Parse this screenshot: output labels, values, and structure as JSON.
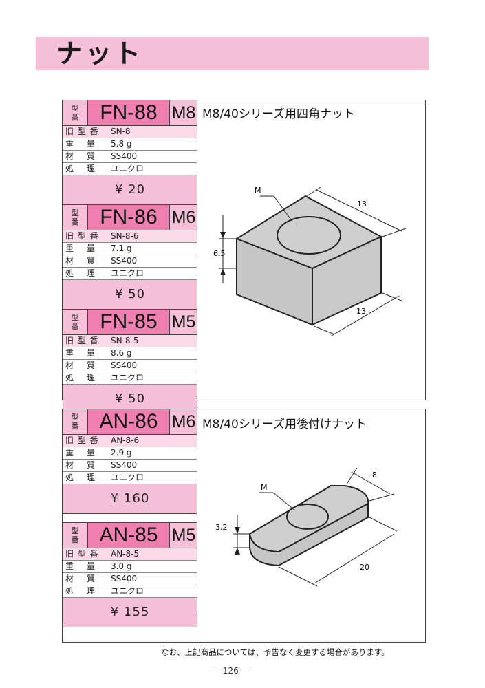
{
  "page_title": "ナット",
  "kata_label": [
    "型",
    "番"
  ],
  "labels": {
    "old": "旧 型 番",
    "weight": "重　 量",
    "material": "材　 質",
    "finish": "処　 理"
  },
  "section1": {
    "desc": "M8/40シリーズ用四角ナット",
    "products": [
      {
        "model": "FN-88",
        "size": "M8",
        "old": "SN-8",
        "weight": "5.8 g",
        "material": "SS400",
        "finish": "ユニクロ",
        "price": "¥ 20"
      },
      {
        "model": "FN-86",
        "size": "M6",
        "old": "SN-8-6",
        "weight": "7.1 g",
        "material": "SS400",
        "finish": "ユニクロ",
        "price": "¥ 50"
      },
      {
        "model": "FN-85",
        "size": "M5",
        "old": "SN-8-5",
        "weight": "8.6 g",
        "material": "SS400",
        "finish": "ユニクロ",
        "price": "¥ 50"
      }
    ],
    "drawing": {
      "m_label": "M",
      "dim_top": "13",
      "dim_bottom": "13",
      "dim_height": "6.5"
    }
  },
  "section2": {
    "desc": "M8/40シリーズ用後付けナット",
    "products": [
      {
        "model": "AN-86",
        "size": "M6",
        "old": "AN-8-6",
        "weight": "2.9 g",
        "material": "SS400",
        "finish": "ユニクロ",
        "price": "¥ 160"
      },
      {
        "model": "AN-85",
        "size": "M5",
        "old": "AN-8-5",
        "weight": "3.0 g",
        "material": "SS400",
        "finish": "ユニクロ",
        "price": "¥ 155"
      }
    ],
    "drawing": {
      "m_label": "M",
      "dim_width": "8",
      "dim_height": "3.2",
      "dim_length": "20"
    }
  },
  "footer_note": "なお、上記商品については、予告なく変更する場合があります。",
  "page_number": "— 126 —"
}
